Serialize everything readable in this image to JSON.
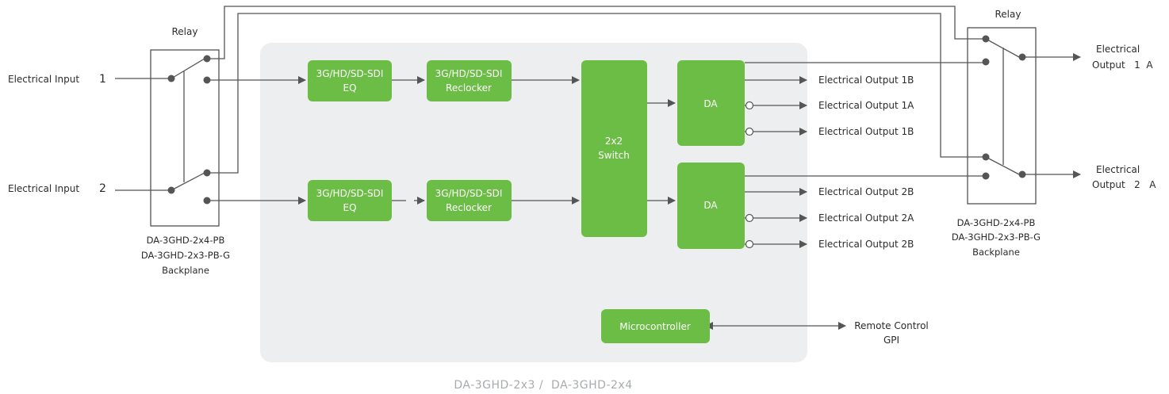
{
  "relay_left": {
    "title": "Relay",
    "caption": [
      "DA-3GHD-2x4-PB",
      "DA-3GHD-2x3-PB-G",
      "Backplane"
    ]
  },
  "relay_right": {
    "title": "Relay",
    "caption": [
      "DA-3GHD-2x4-PB",
      "DA-3GHD-2x3-PB-G",
      "Backplane"
    ]
  },
  "inputs": [
    {
      "label": "Electrical Input",
      "number": "1"
    },
    {
      "label": "Electrical Input",
      "number": "2"
    }
  ],
  "blocks": {
    "eq1": [
      "3G/HD/SD-SDI",
      "EQ"
    ],
    "reclocker1": [
      "3G/HD/SD-SDI",
      "Reclocker"
    ],
    "eq2": [
      "3G/HD/SD-SDI",
      "EQ"
    ],
    "reclocker2": [
      "3G/HD/SD-SDI",
      "Reclocker"
    ],
    "switch": [
      "2x2",
      "Switch"
    ],
    "da1": "DA",
    "da2": "DA",
    "micro": "Microcontroller"
  },
  "outputs_1": [
    "Electrical Output 1B",
    "Electrical Output 1A",
    "Electrical Output 1B"
  ],
  "outputs_2": [
    "Electrical Output 2B",
    "Electrical Output 2A",
    "Electrical Output 2B"
  ],
  "relay_outputs": [
    {
      "line1": "Electrical",
      "line2": "Output   1  A"
    },
    {
      "line1": "Electrical",
      "line2": "Output   2   A"
    }
  ],
  "remote": [
    "Remote Control",
    "GPI"
  ],
  "footer": "DA-3GHD-2x3 /  DA-3GHD-2x4",
  "colors": {
    "block": "#6cbd45",
    "panel": "#eceeef",
    "wire": "#555555"
  }
}
